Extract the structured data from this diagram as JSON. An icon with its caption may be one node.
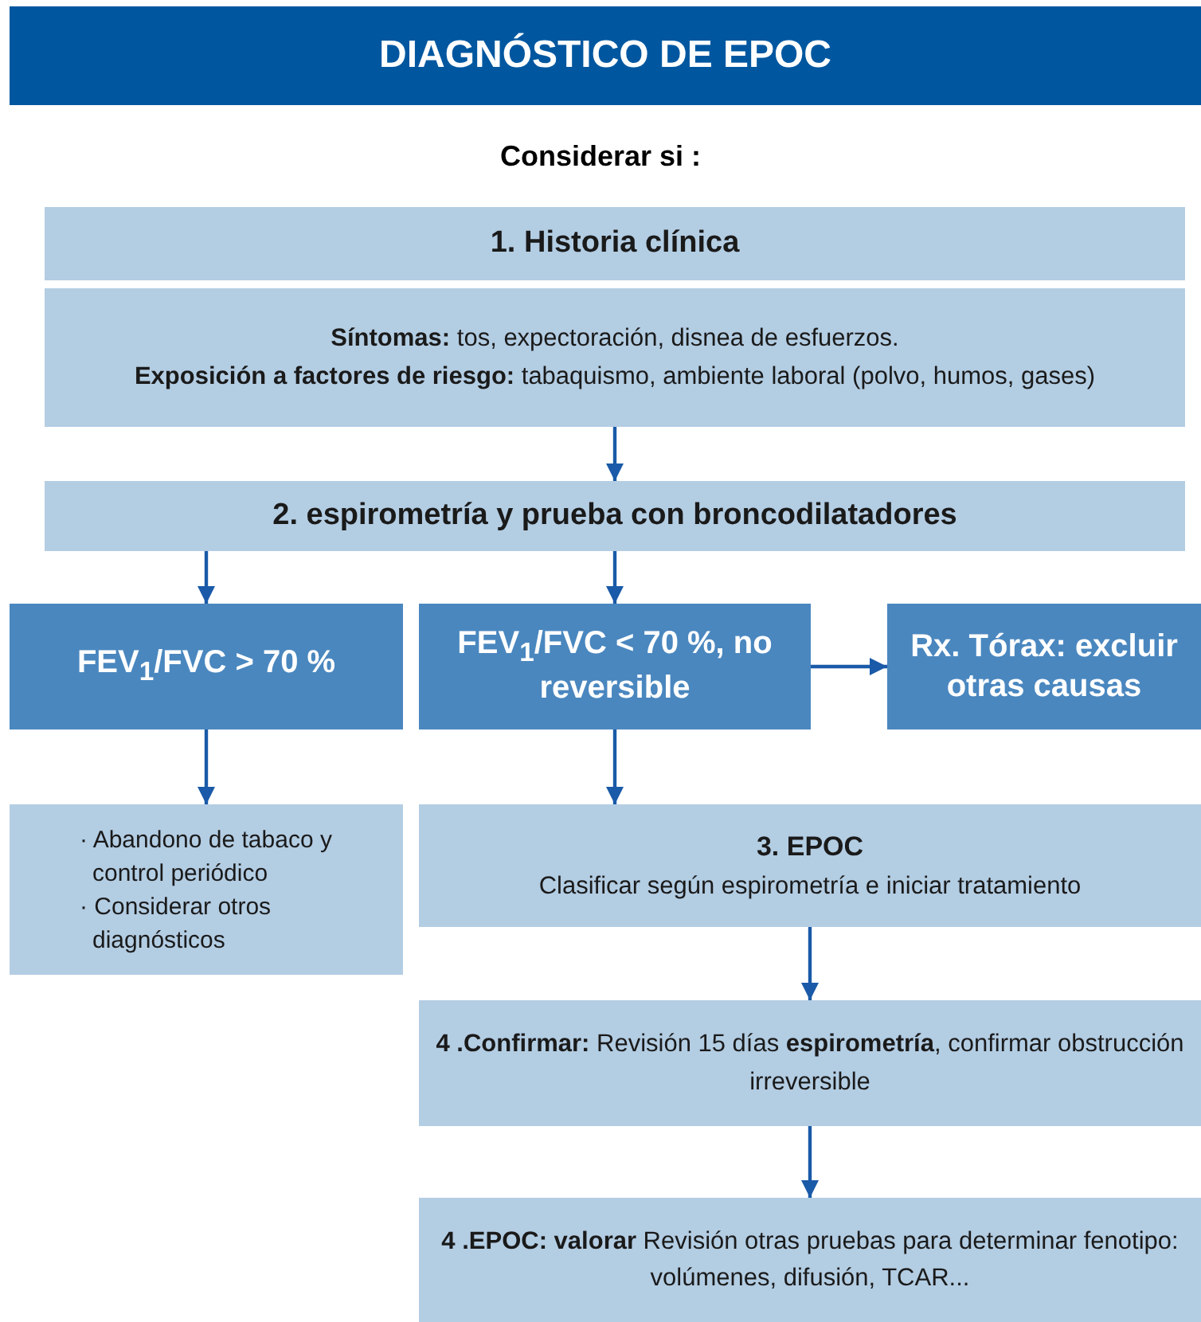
{
  "diagram": {
    "title": "DIAGNÓSTICO DE EPOC",
    "nodes": [
      {
        "text": [
          "1. Historia clínica"
        ]
      },
      {
        "text": [
          "**Síntomas:** tos, expectoración, disnea de esfuerzos.",
          "**Exposición a factores de riesgo:** tabaquismo, ambiente laboral (polvo, humos, gases)"
        ]
      },
      {
        "text": [
          "2. espirometría y prueba con broncodilatadores"
        ]
      },
      {
        "text": [
          "FEV$_{1}$/FVC > 70 %"
        ]
      },
      {
        "text": [
          "FEV$_{1}$/FVC < 70 %, no reversible"
        ]
      },
      {
        "text": [
          "Rx. Tórax: excluir otras causas"
        ]
      },
      {
        "text": [
          "· Abandono de tabaco y control periódico",
          "· Considerar otros diagnósticos"
        ]
      },
      {
        "text": [
          "3. EPOC",
          "Clasificar según espirometría e iniciar tratamiento"
        ]
      },
      {
        "text": [
          "**4 .Confirmar:** Revisión 15 días **espirometría**, confirmar obstrucción irreversible"
        ]
      },
      {
        "text": [
          "**4 .EPOC: valorar** Revisión otras pruebas para determinar fenotipo: volúmenes, difusión, TCAR..."
        ]
      }
    ],
    "edges": [
      {
        "from": 1,
        "to": 2,
        "arrow": "to"
      },
      {
        "from": 2,
        "to": 3,
        "arrow": "to"
      },
      {
        "from": 2,
        "to": 4,
        "arrow": "to"
      },
      {
        "from": 4,
        "to": 5,
        "arrow": "to"
      },
      {
        "from": 3,
        "to": 6,
        "arrow": "to"
      },
      {
        "from": 4,
        "to": 7,
        "arrow": "to"
      },
      {
        "from": 7,
        "to": 8,
        "arrow": "to"
      },
      {
        "from": 8,
        "to": 9,
        "arrow": "to"
      }
    ],
    "labels": [
      "Considerar si :"
    ]
  }
}
